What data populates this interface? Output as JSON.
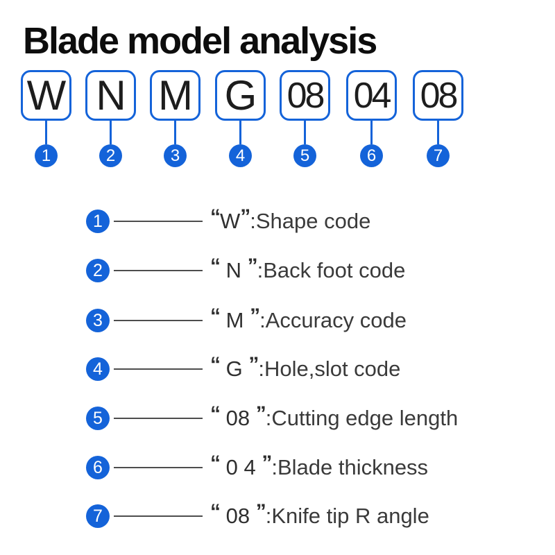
{
  "title": "Blade model analysis",
  "colors": {
    "accent": "#1463d9",
    "box_letter": "#1d1d1d",
    "legend_line": "#4d4d4d",
    "legend_text": "#3a3a3a",
    "title_text": "#0d0d0d",
    "background": "#ffffff"
  },
  "model_code": {
    "boxes": [
      {
        "num": "1",
        "code": "W"
      },
      {
        "num": "2",
        "code": "N"
      },
      {
        "num": "3",
        "code": "M"
      },
      {
        "num": "4",
        "code": "G"
      },
      {
        "num": "5",
        "code": "08"
      },
      {
        "num": "6",
        "code": "04"
      },
      {
        "num": "7",
        "code": "08"
      }
    ]
  },
  "legend": [
    {
      "num": "1",
      "quote_open": "“",
      "code": "W",
      "quote_close": "”",
      "desc": ":Shape code"
    },
    {
      "num": "2",
      "quote_open": "“",
      "code": " N ",
      "quote_close": "”",
      "desc": ":Back foot code"
    },
    {
      "num": "3",
      "quote_open": "“",
      "code": " M ",
      "quote_close": "”",
      "desc": ":Accuracy code"
    },
    {
      "num": "4",
      "quote_open": "“",
      "code": " G ",
      "quote_close": "”",
      "desc": ":Hole,slot code"
    },
    {
      "num": "5",
      "quote_open": "“",
      "code": " 08 ",
      "quote_close": "”",
      "desc": ":Cutting edge length"
    },
    {
      "num": "6",
      "quote_open": "“",
      "code": " 0 4 ",
      "quote_close": "”",
      "desc": ":Blade thickness"
    },
    {
      "num": "7",
      "quote_open": "“",
      "code": " 08 ",
      "quote_close": "”",
      "desc": ":Knife tip R angle"
    }
  ]
}
